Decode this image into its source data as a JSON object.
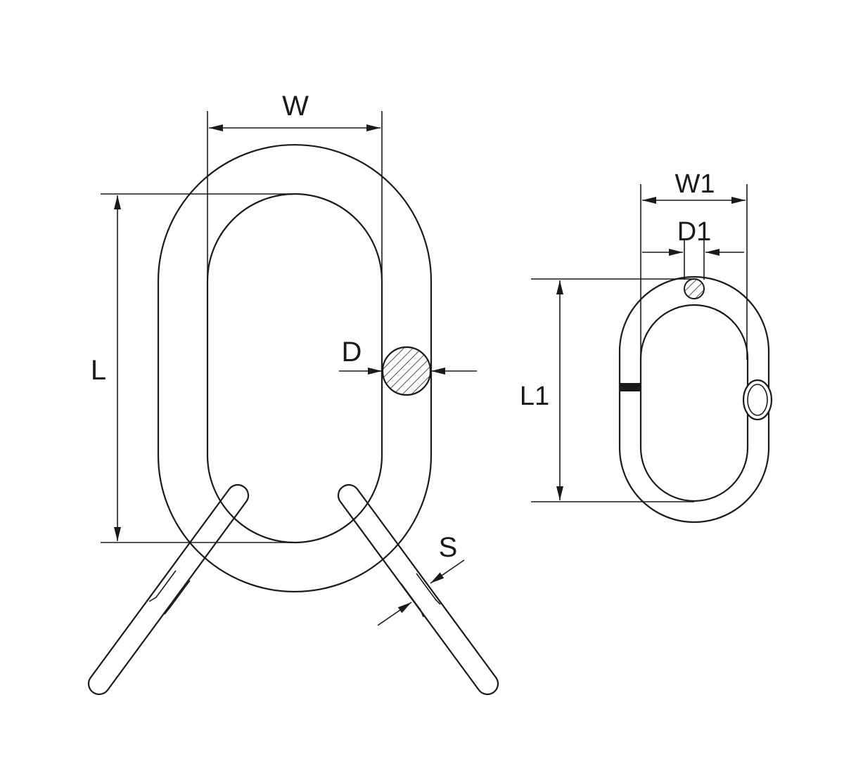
{
  "labels": {
    "w": "W",
    "l": "L",
    "d": "D",
    "s": "S",
    "w1": "W1",
    "d1": "D1",
    "l1": "L1"
  },
  "colors": {
    "ink": "#1a1a1a",
    "background": "#ffffff"
  }
}
